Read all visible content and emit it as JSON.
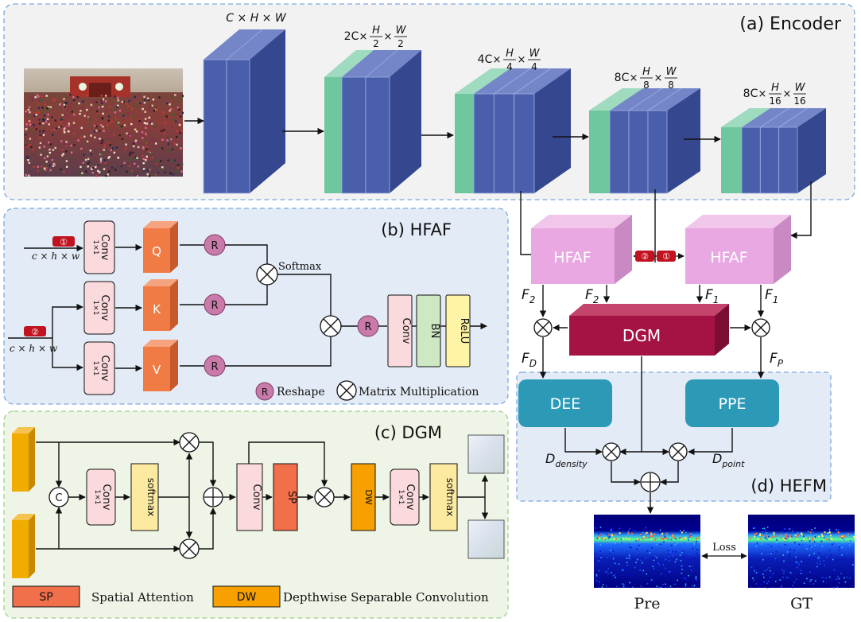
{
  "panels": {
    "encoder": "(a) Encoder",
    "hfaf": "(b) HFAF",
    "dgm": "(c) DGM",
    "hefm": "(d) HEFM"
  },
  "encoder": {
    "dims": [
      {
        "coef": "C",
        "h": "H",
        "w": "W",
        "div": ""
      },
      {
        "coef": "2C",
        "h": "H",
        "w": "W",
        "div": "2"
      },
      {
        "coef": "4C",
        "h": "H",
        "w": "W",
        "div": "4"
      },
      {
        "coef": "8C",
        "h": "H",
        "w": "W",
        "div": "8"
      },
      {
        "coef": "8C",
        "h": "H",
        "w": "W",
        "div": "16"
      }
    ]
  },
  "hfaf": {
    "conv": "Conv",
    "kernel": "1×1",
    "q": "Q",
    "k": "K",
    "v": "V",
    "r": "R",
    "softmax": "Softmax",
    "bn": "BN",
    "relu": "ReLU",
    "input": "c × h × w",
    "badge1": "①",
    "badge2": "②",
    "legend_reshape": "Reshape",
    "legend_matmul": "Matrix Multiplication"
  },
  "dgm_block": {
    "c": "C",
    "conv": "Conv",
    "kernel": "1×1",
    "softmax": "softmax",
    "sp": "SP",
    "dw": "DW",
    "legend_sp": "Spatial Attention",
    "legend_dw": "Depthwise Separable Convolution"
  },
  "hefm": {
    "hfaf": "HFAF",
    "dgm": "DGM",
    "dee": "DEE",
    "ppe": "PPE",
    "f2": "F",
    "f2_sub": "2",
    "f1": "F",
    "f1_sub": "1",
    "fd": "F",
    "fd_sub": "D",
    "fp": "F",
    "fp_sub": "P",
    "dd": "D",
    "dd_sub": "density",
    "dp": "D",
    "dp_sub": "point",
    "loss": "Loss",
    "pre": "Pre",
    "gt": "GT",
    "badge1": "①",
    "badge2": "②"
  },
  "colors": {
    "blue_front": "#4a5fab",
    "blue_top": "#7486c8",
    "blue_side": "#34478f",
    "green": "#6fc79f",
    "hfaf_pink": "#e9a8e2",
    "dgm_crimson": "#a51345",
    "teal": "#2c9ab7",
    "orange": "#f07b45",
    "conv_pink": "#fadadd",
    "softmax_yellow": "#fdeaa1",
    "bn_green": "#cfe8c4",
    "relu_yellow": "#fff3a6",
    "sp_red": "#f26f4c",
    "dw_orange": "#f7a000"
  }
}
